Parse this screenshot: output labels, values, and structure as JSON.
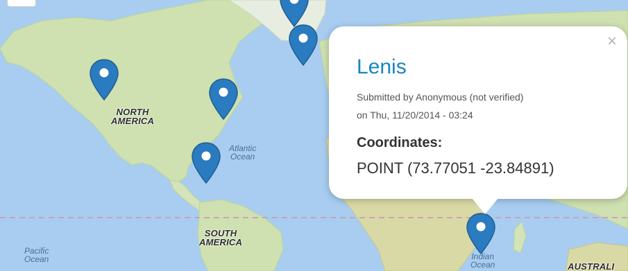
{
  "map": {
    "continents": {
      "north_america": "NORTH\nAMERICA",
      "south_america": "SOUTH\nAMERICA",
      "australia": "AUSTRALI"
    },
    "oceans": {
      "atlantic": "Atlantic\nOcean",
      "pacific": "Pacific\nOcean",
      "indian": "Indian\nOcean"
    },
    "pin_color": "#2a7bbf",
    "equator_color": "#c9a4b6"
  },
  "popup": {
    "close_label": "×",
    "title": "Lenis",
    "submitted_line": "Submitted by Anonymous (not verified)",
    "date_line": "on Thu, 11/20/2014 - 03:24",
    "field_label": "Coordinates:",
    "field_value": "POINT (73.77051 -23.84891)"
  }
}
